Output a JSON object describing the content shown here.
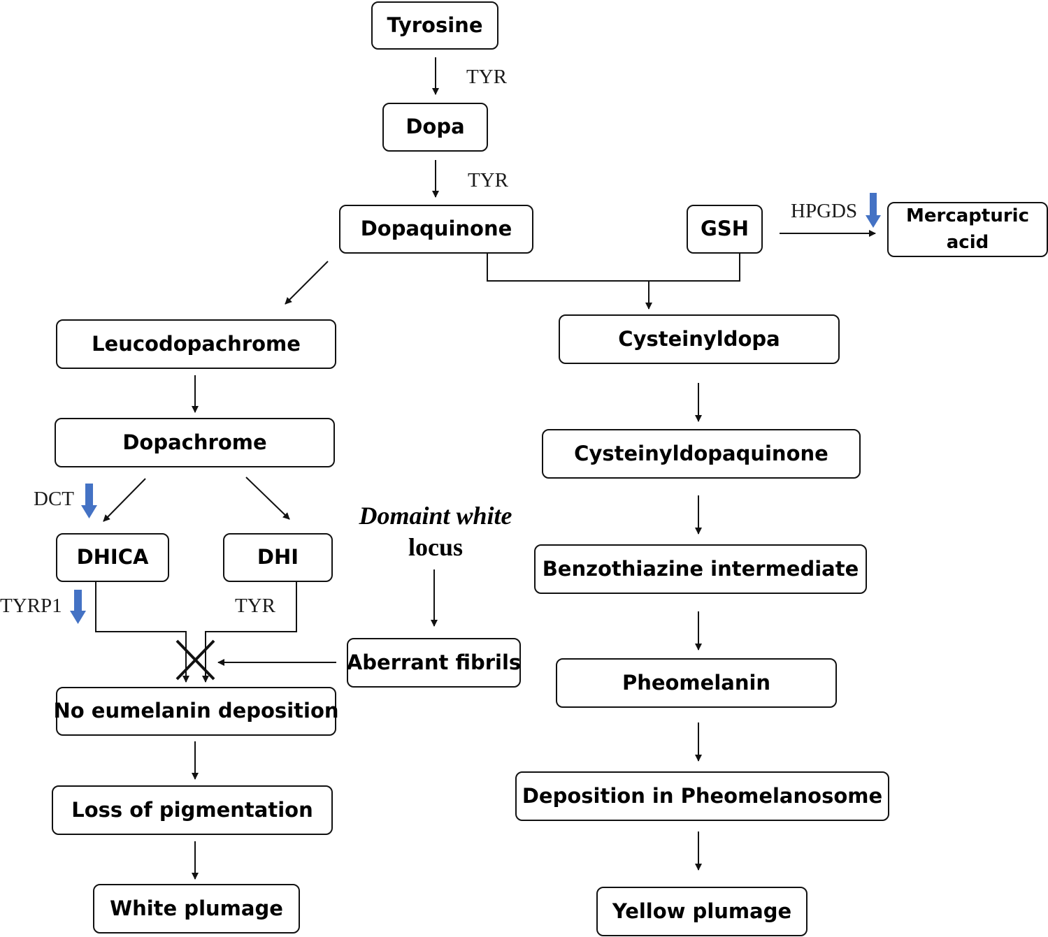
{
  "nodes": {
    "tyrosine": "Tyrosine",
    "dopa": "Dopa",
    "dopaquinone": "Dopaquinone",
    "gsh": "GSH",
    "mercapturic_line1": "Mercapturic",
    "mercapturic_line2": "acid",
    "leucodopachrome": "Leucodopachrome",
    "dopachrome": "Dopachrome",
    "dhica": "DHICA",
    "dhi": "DHI",
    "aberrant_fibrils": "Aberrant fibrils",
    "no_eumelanin": "No eumelanin deposition",
    "loss_pigmentation": "Loss of pigmentation",
    "white_plumage": "White plumage",
    "cysteinyldopa": "Cysteinyldopa",
    "cysteinyldopaquinone": "Cysteinyldopaquinone",
    "benzothiazine": "Benzothiazine intermediate",
    "pheomelanin": "Pheomelanin",
    "deposition_pheomelanosome": "Deposition in Pheomelanosome",
    "yellow_plumage": "Yellow plumage"
  },
  "labels": {
    "tyr_1": "TYR",
    "tyr_2": "TYR",
    "tyr_3": "TYR",
    "hpgds": "HPGDS",
    "dct": "DCT",
    "tyrp1": "TYRP1",
    "dominant_white_line1": "Domaint white",
    "dominant_white_line2": "locus"
  },
  "downregulated_enzymes": [
    "HPGDS",
    "DCT",
    "TYRP1"
  ],
  "colors": {
    "downregulation_arrow": "#4472C4",
    "line": "#111111",
    "box_border": "#111111"
  }
}
